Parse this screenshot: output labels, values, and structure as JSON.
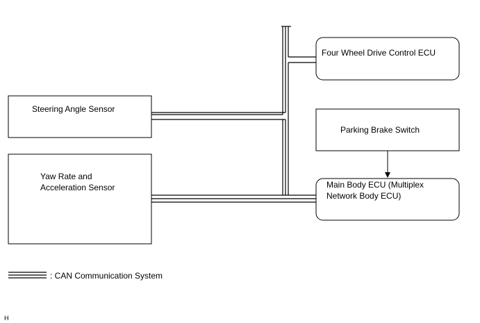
{
  "nodes": {
    "four_wheel_drive_ecu": {
      "label": "Four Wheel Drive Control ECU"
    },
    "steering_angle_sensor": {
      "label": "Steering Angle Sensor"
    },
    "parking_brake_switch": {
      "label": "Parking Brake Switch"
    },
    "yaw_rate_sensor": {
      "label_lines": [
        "Yaw Rate and",
        "Acceleration Sensor"
      ]
    },
    "main_body_ecu": {
      "label_lines": [
        "Main Body ECU (Multiplex",
        "Network Body ECU)"
      ]
    }
  },
  "edges": [
    {
      "from": "parking_brake_switch",
      "to": "main_body_ecu",
      "style": "arrow"
    },
    {
      "from": "steering_angle_sensor",
      "to": "can-bus",
      "style": "can"
    },
    {
      "from": "yaw_rate_sensor",
      "to": "main_body_ecu",
      "style": "can"
    },
    {
      "from": "can-bus",
      "to": "four_wheel_drive_ecu",
      "style": "can"
    }
  ],
  "legend": {
    "can_label": ": CAN Communication System"
  },
  "corner_mark": "H"
}
